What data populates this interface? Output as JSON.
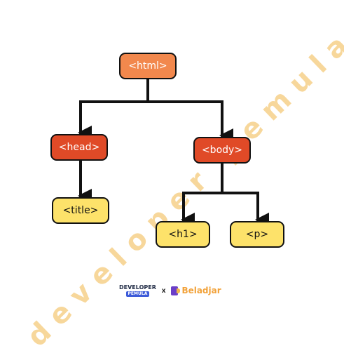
{
  "watermark": "developer pemula",
  "nodes": {
    "html": "<html>",
    "head": "<head>",
    "body": "<body>",
    "title": "<title>",
    "h1": "<h1>",
    "p": "<p>"
  },
  "logos": {
    "developer_top": "DEVELOPER",
    "developer_bottom": "PEMULA",
    "separator": "x",
    "beladjar": "Beladjar"
  },
  "colors": {
    "root": "#f2884d",
    "parent": "#e04a27",
    "leaf": "#fde26a",
    "watermark": "#f2b84a"
  }
}
